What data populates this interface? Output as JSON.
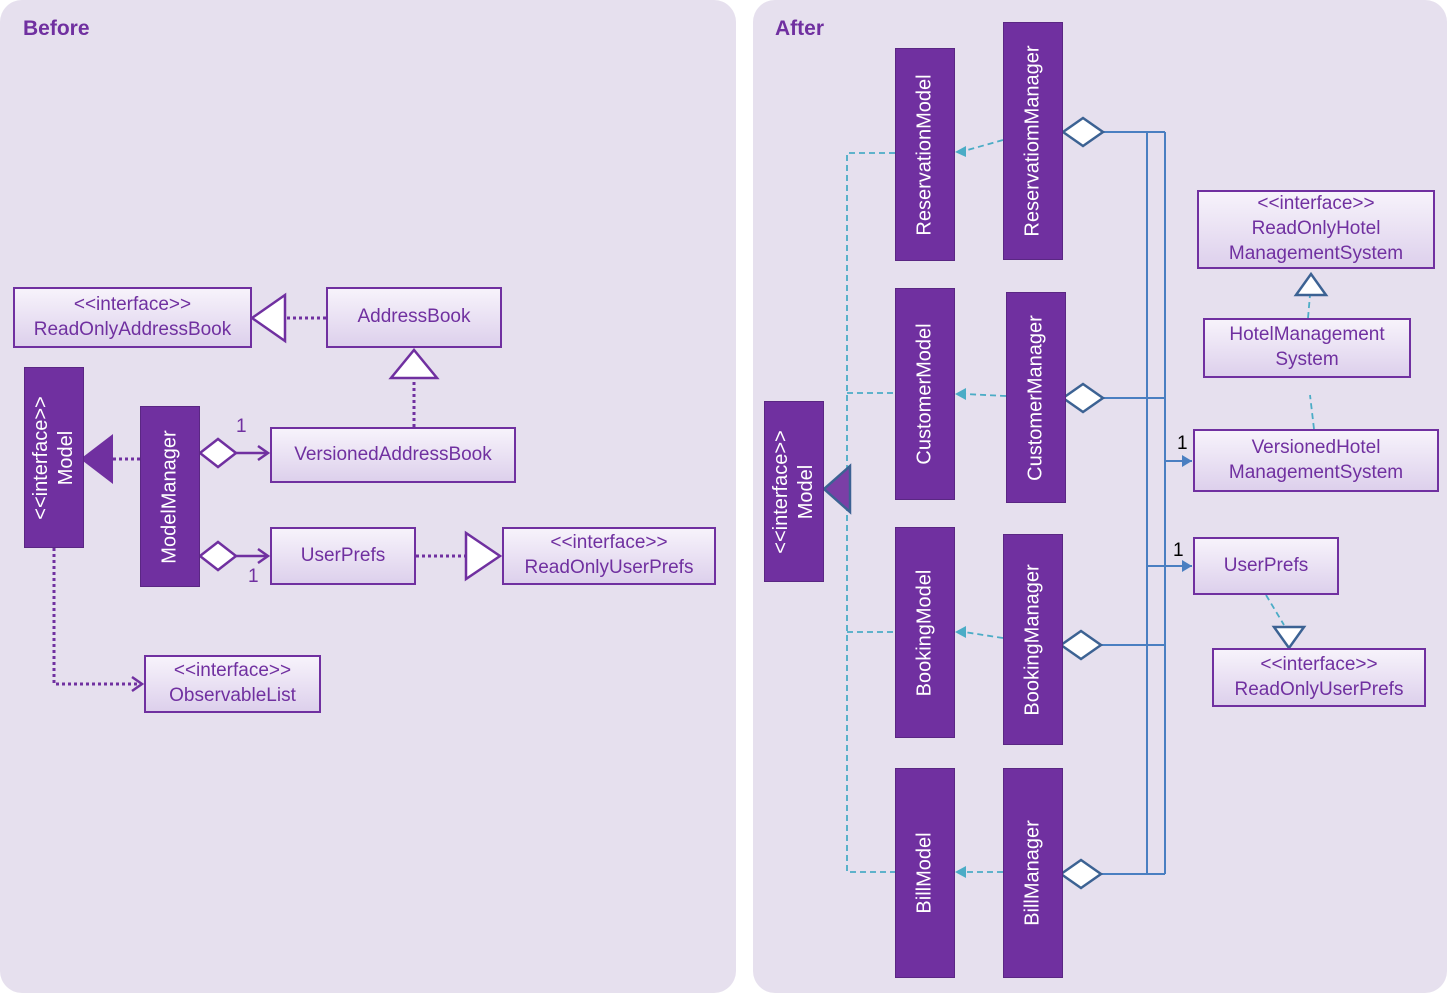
{
  "before": {
    "title": "Before",
    "read_only_address_book": {
      "stereotype": "<<interface>>",
      "name": "ReadOnlyAddressBook"
    },
    "address_book": "AddressBook",
    "model": {
      "stereotype": "<<interface>>",
      "name": "Model"
    },
    "model_manager": "ModelManager",
    "versioned_address_book": "VersionedAddressBook",
    "user_prefs": "UserPrefs",
    "read_only_user_prefs": {
      "stereotype": "<<interface>>",
      "name": "ReadOnlyUserPrefs"
    },
    "observable_list": {
      "stereotype": "<<interface>>",
      "name": "ObservableList"
    },
    "multiplicity_versioned": "1",
    "multiplicity_userprefs": "1"
  },
  "after": {
    "title": "After",
    "model": {
      "stereotype": "<<interface>>",
      "name": "Model"
    },
    "reservation_model": "ReservationModel",
    "reservation_manager": "ReservatiomManager",
    "customer_model": "CustomerModel",
    "customer_manager": "CustomerManager",
    "booking_model": "BookingModel",
    "booking_manager": "BookingManager",
    "bill_model": "BillModel",
    "bill_manager": "BillManager",
    "read_only_hotel_ms": {
      "stereotype": "<<interface>>",
      "line1": "ReadOnlyHotel",
      "line2": "ManagementSystem"
    },
    "hotel_ms": {
      "line1": "HotelManagement",
      "line2": "System"
    },
    "versioned_hotel_ms": {
      "line1": "VersionedHotel",
      "line2": "ManagementSystem"
    },
    "user_prefs": "UserPrefs",
    "read_only_user_prefs": {
      "stereotype": "<<interface>>",
      "name": "ReadOnlyUserPrefs"
    },
    "multiplicity_versioned": "1",
    "multiplicity_userprefs": "1"
  }
}
